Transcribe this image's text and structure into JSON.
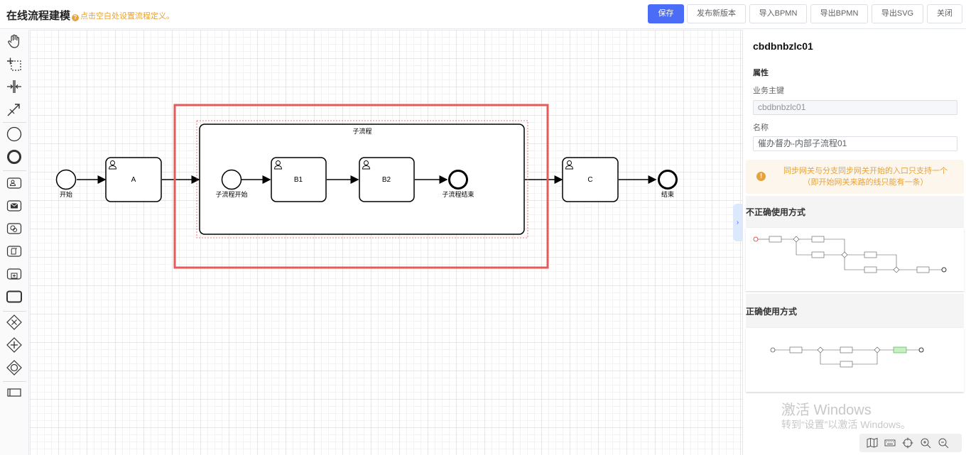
{
  "header": {
    "title": "在线流程建模",
    "hint": "点击空白处设置流程定义。",
    "buttons": {
      "save": "保存",
      "publish": "发布新版本",
      "import": "导入BPMN",
      "export_bpmn": "导出BPMN",
      "export_svg": "导出SVG",
      "close": "关闭"
    }
  },
  "palette": {
    "tools": [
      "hand-tool-icon",
      "lasso-tool-icon",
      "space-tool-icon",
      "connect-tool-icon",
      "start-event-icon",
      "end-event-icon",
      "user-task-icon",
      "receive-task-icon",
      "service-task-icon",
      "script-task-icon",
      "subprocess-icon",
      "task-icon",
      "exclusive-gateway-icon",
      "parallel-gateway-icon",
      "inclusive-gateway-icon",
      "pool-icon"
    ]
  },
  "diagram": {
    "start_label": "开始",
    "task_a": "A",
    "subprocess_title": "子流程",
    "sub_start_label": "子流程开始",
    "task_b1": "B1",
    "task_b2": "B2",
    "sub_end_label": "子流程结束",
    "task_c": "C",
    "end_label": "结束",
    "highlight_color": "#e85a5a"
  },
  "panel": {
    "title": "cbdbnbzlc01",
    "section": "属性",
    "key_label": "业务主键",
    "key_value": "cbdbnbzlc01",
    "name_label": "名称",
    "name_value": "催办督办-内部子流程01",
    "warning_line1": "同步网关与分支同步网关开始的入口只支持一个",
    "warning_line2": "（即开始网关来路的线只能有一条）",
    "wrong_title": "不正确使用方式",
    "right_title": "正确使用方式",
    "watermark_line1": "激活 Windows",
    "watermark_line2": "转到“设置”以激活 Windows。"
  },
  "colors": {
    "primary": "#4a6cf7",
    "warning": "#e6a23c",
    "highlight": "#e85a5a"
  }
}
